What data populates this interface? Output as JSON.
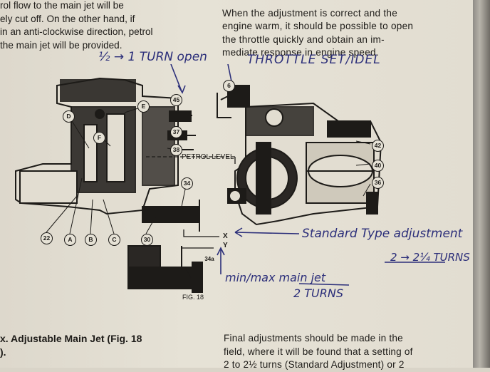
{
  "left_top_lines": [
    "rol flow to the main jet will be",
    "ely cut off.   On the other hand, if",
    "in an anti-clockwise direction, petrol",
    " the main jet will be provided."
  ],
  "right_top_lines": [
    " ",
    "When the adjustment is correct and the",
    "engine warm, it should be possible to open",
    "the throttle quickly and obtain an im-",
    "mediate response in engine speed."
  ],
  "left_bottom_lines": [
    "x. Adjustable Main Jet (Fig. 18",
    ")."
  ],
  "right_bottom_lines": [
    "Final adjustments should be made in the",
    "field, where it will be found that a setting of",
    "2 to 2½ turns (Standard Adjustment) or 2"
  ],
  "handwriting": {
    "half_turn": "½ → 1 TURN open",
    "throttle": "THROTTLE SET/IDEL",
    "standard": "Standard Type adjustment",
    "turns_a": "2 → 2¼ TURNS",
    "minmax": "min/max main jet",
    "turns_b": "2 TURNS"
  },
  "diagram": {
    "petrol_level": "PETROL LEVEL",
    "fig_label": "FIG.  18",
    "x_mark": "X",
    "y_mark": "Y",
    "callouts": {
      "c45": "45",
      "c37": "37",
      "c38": "38",
      "c34": "34",
      "c30": "30",
      "c22": "22",
      "cA": "A",
      "cB": "B",
      "cC": "C",
      "cD": "D",
      "cE": "E",
      "cF": "F",
      "c6": "6",
      "c42": "42",
      "c40": "40",
      "c36": "36",
      "c34a": "34a"
    }
  },
  "colors": {
    "ink": "#1d1b18",
    "pen": "#2c2f7a",
    "paper": "#e2ddd1"
  }
}
